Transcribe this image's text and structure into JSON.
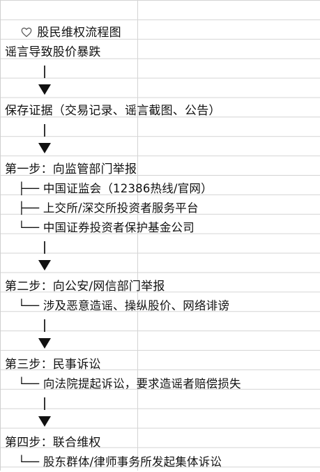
{
  "title": "股民维权流程图",
  "title_icon": "heart-outline-icon",
  "steps": [
    {
      "text": "谣言导致股价暴跌"
    },
    {
      "text": "保存证据（交易记录、谣言截图、公告）"
    },
    {
      "text": "第一步：向监管部门举报",
      "items": [
        "├── 中国证监会（12386热线/官网）",
        "├── 上交所/深交所投资者服务平台",
        "└── 中国证券投资者保护基金公司"
      ]
    },
    {
      "text": "第二步：向公安/网信部门举报",
      "items": [
        "└── 涉及恶意造谣、操纵股价、网络诽谤"
      ]
    },
    {
      "text": "第三步：民事诉讼",
      "items": [
        "└── 向法院提起诉讼，要求造谣者赔偿损失"
      ]
    },
    {
      "text": "第四步：联合维权",
      "items": [
        "└── 股东群体/律师事务所发起集体诉讼"
      ]
    }
  ]
}
